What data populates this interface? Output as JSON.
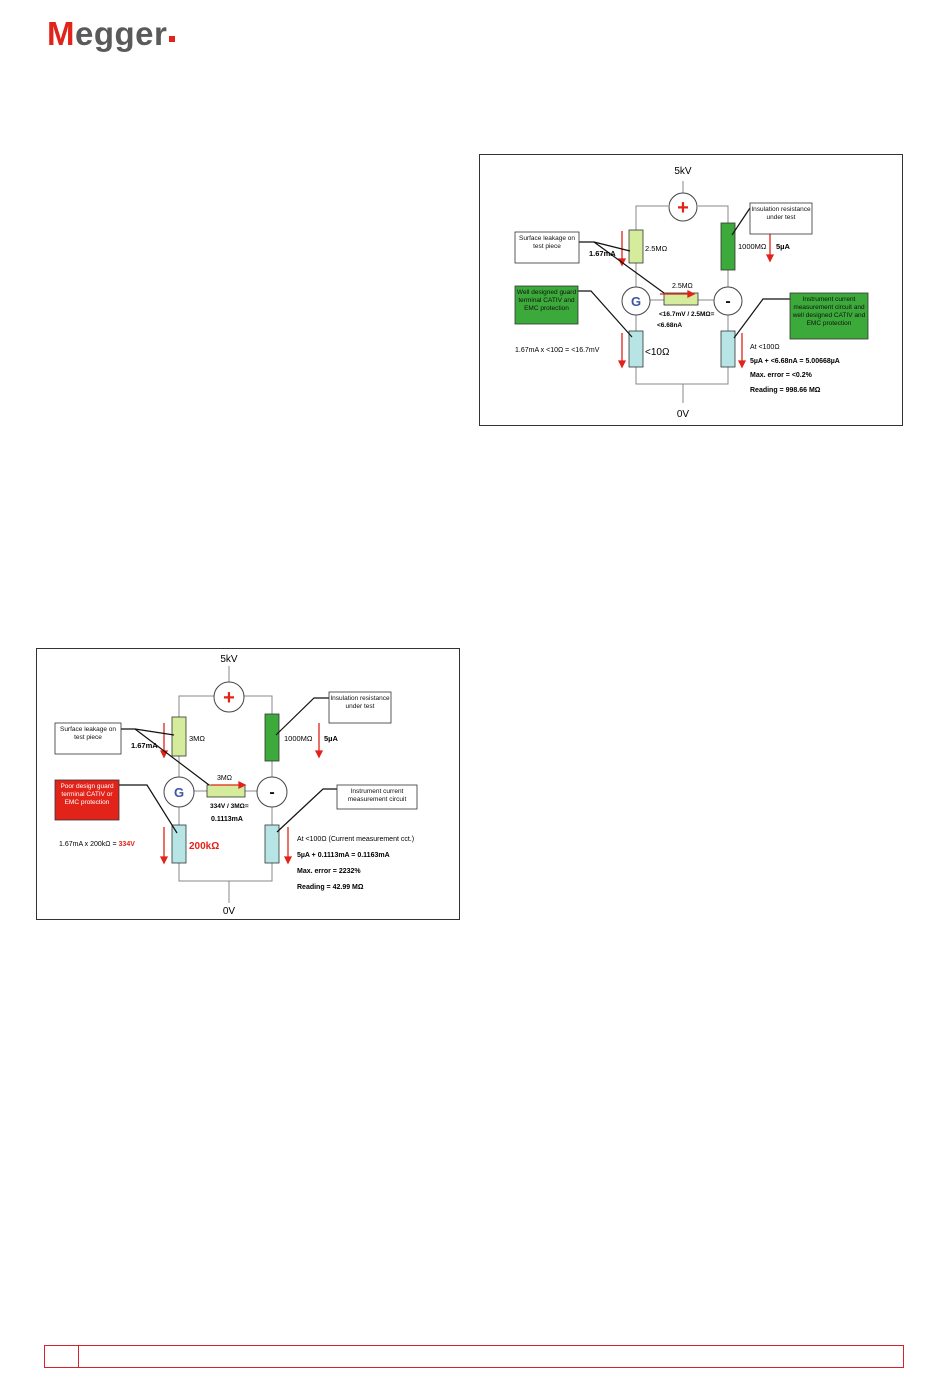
{
  "header": {
    "logo_text": "Megger",
    "logo_accent": "#e2231a"
  },
  "figure_top": {
    "supply": "5kV",
    "ground": "0V",
    "leakage_box": "Surface leakage on test piece",
    "leak_current": "1.67mA",
    "r_leak": "2.5MΩ",
    "r_leak2": "2.5MΩ",
    "insulation_box": "Insulation resistance under test",
    "r_insulation": "1000MΩ",
    "i_insulation": "5µA",
    "guard_box": "Well designed guard terminal CATIV and EMC protection",
    "cross_calc": "<16.7mV / 2.5MΩ=",
    "cross_result": "<6.68nA",
    "guard_calc": "1.67mA x <10Ω = <16.7mV",
    "r_guard": "<10Ω",
    "instrument_box": "Instrument current measurement circuit and well designed CATIV and EMC protection",
    "meas_r": "At <100Ω",
    "meas_sum": "5µA +  <6.68nA = 5.00668µA",
    "max_error": "Max. error = <0.2%",
    "reading": "Reading = 998.66 MΩ",
    "plus_symbol": "+",
    "minus_symbol": "-",
    "guard_symbol": "G"
  },
  "figure_bottom": {
    "supply": "5kV",
    "ground": "0V",
    "leakage_box": "Surface leakage on test piece",
    "leak_current": "1.67mA",
    "r_leak": "3MΩ",
    "r_leak2": "3MΩ",
    "insulation_box": "Insulation resistance under test",
    "r_insulation": "1000MΩ",
    "i_insulation": "5µA",
    "guard_box": "Poor design guard terminal CATIV or EMC protection",
    "cross_calc": "334V / 3MΩ=",
    "cross_result": "0.1113mA",
    "guard_calc_prefix": "1.67mA x 200kΩ = ",
    "guard_calc_value": "334V",
    "r_guard": "200kΩ",
    "instrument_box": "Instrument current measurement circuit",
    "meas_r": "At <100Ω (Current measurement cct.)",
    "meas_sum": "5µA + 0.1113mA = 0.1163mA",
    "max_error": "Max. error = 2232%",
    "reading": "Reading = 42.99 MΩ",
    "plus_symbol": "+",
    "minus_symbol": "-",
    "guard_symbol": "G"
  },
  "colors": {
    "red": "#e2231a",
    "light_green": "#d4ec9c",
    "dark_green": "#3caa3a",
    "light_blue": "#b7e4e4",
    "guard_blue": "#3a56a5"
  },
  "footer": {
    "page_number": ""
  }
}
